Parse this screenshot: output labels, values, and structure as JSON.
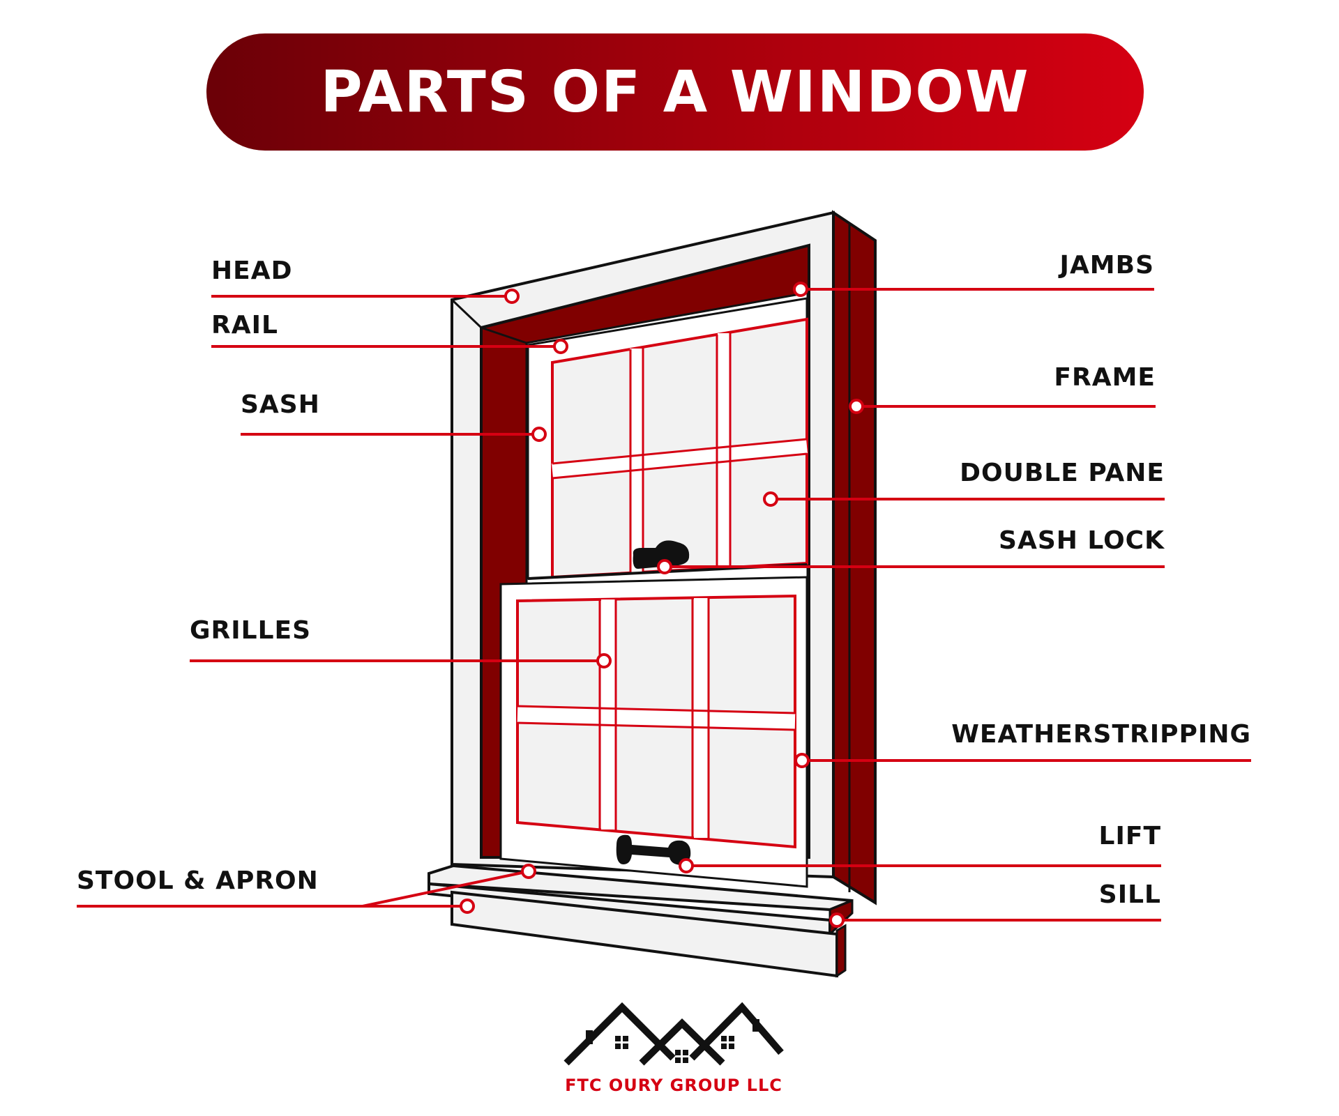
{
  "title": "PARTS OF A WINDOW",
  "colors": {
    "accent": "#d50012",
    "dark_red": "#800000",
    "frame_fill": "#f2f2f2",
    "outline": "#111111"
  },
  "labels": {
    "head": "HEAD",
    "rail": "RAIL",
    "sash": "SASH",
    "grilles": "GRILLES",
    "stool_apron": "STOOL & APRON",
    "jambs": "JAMBS",
    "frame": "FRAME",
    "double_pane": "DOUBLE PANE",
    "sash_lock": "SASH LOCK",
    "weatherstripping": "WEATHERSTRIPPING",
    "lift": "LIFT",
    "sill": "SILL"
  },
  "logo": {
    "company": "FTC OURY GROUP LLC"
  }
}
